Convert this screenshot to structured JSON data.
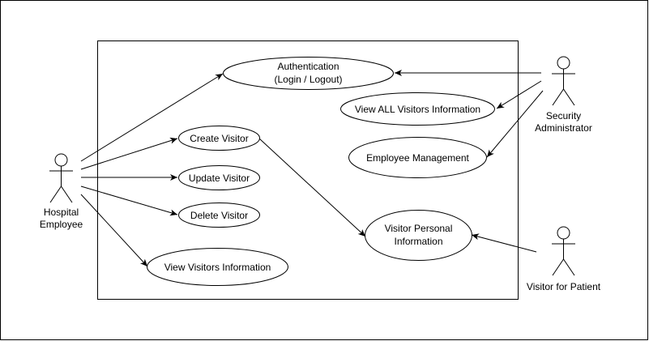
{
  "actors": {
    "hospital_employee": {
      "line1": "Hospital",
      "line2": "Employee"
    },
    "security_administrator": {
      "line1": "Security",
      "line2": "Administrator"
    },
    "visitor_for_patient": {
      "line1": "Visitor for Patient"
    }
  },
  "use_cases": {
    "authentication": {
      "line1": "Authentication",
      "line2": "(Login / Logout)"
    },
    "view_all_visitors": {
      "line1": "View ALL Visitors Information"
    },
    "employee_management": {
      "line1": "Employee Management"
    },
    "create_visitor": {
      "line1": "Create Visitor"
    },
    "update_visitor": {
      "line1": "Update Visitor"
    },
    "delete_visitor": {
      "line1": "Delete Visitor"
    },
    "view_visitors": {
      "line1": "View Visitors Information"
    },
    "visitor_personal_info": {
      "line1": "Visitor Personal",
      "line2": "Information"
    }
  },
  "colors": {
    "stroke": "#000000",
    "background": "#ffffff"
  }
}
